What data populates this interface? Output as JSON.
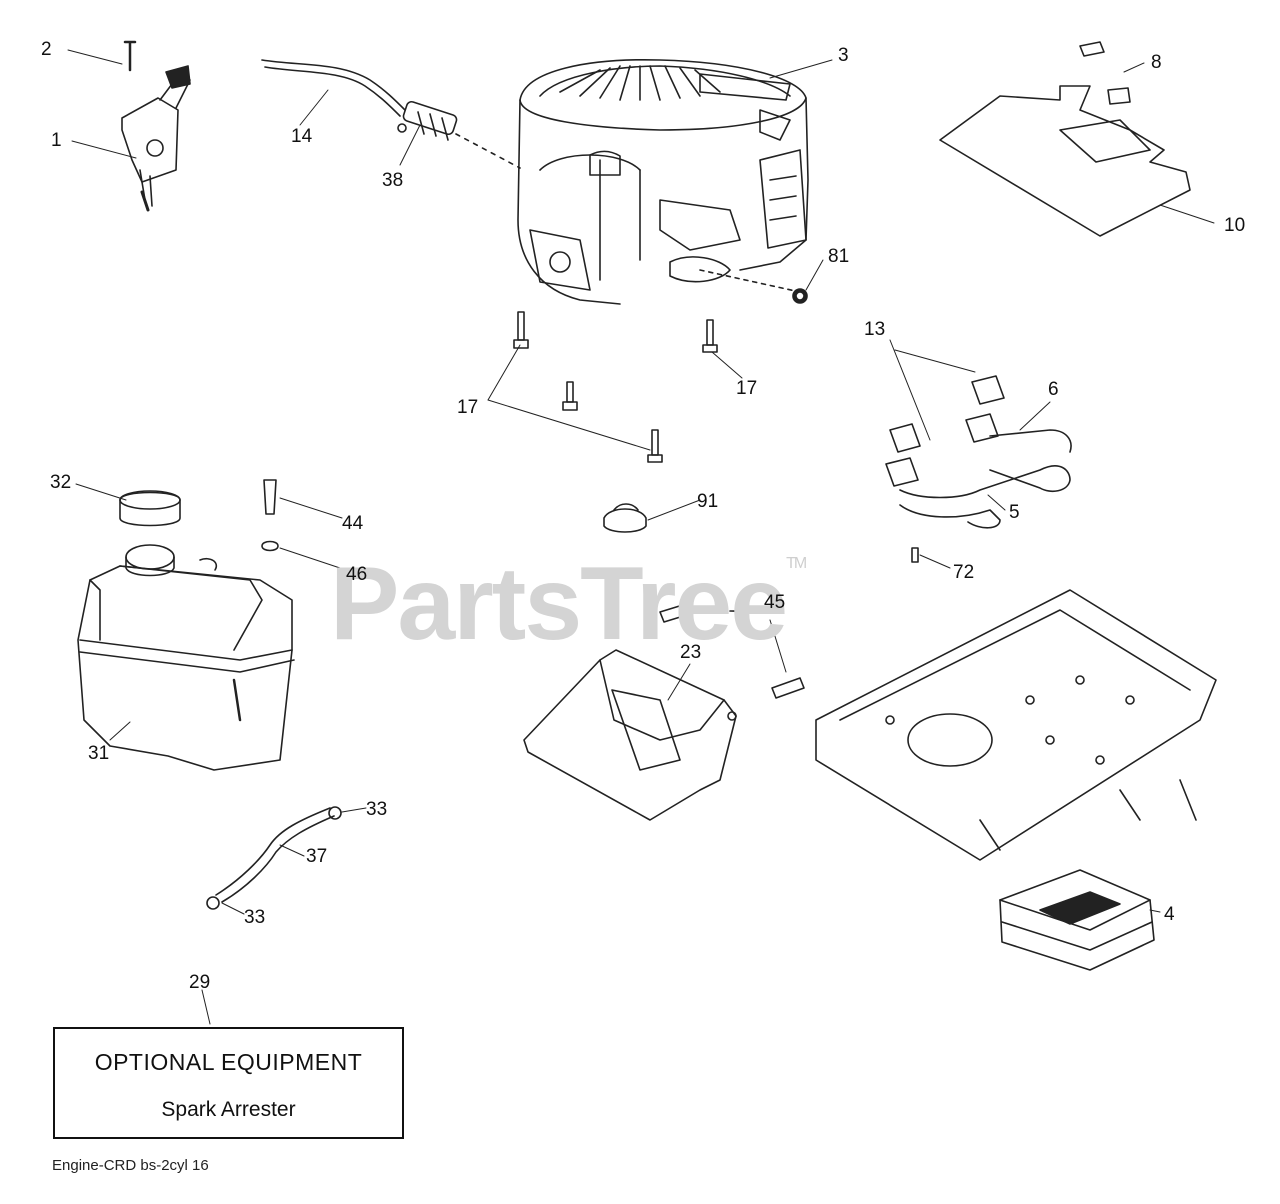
{
  "watermark": {
    "text": "PartsTree",
    "tm": "TM"
  },
  "callouts": {
    "c1": "1",
    "c2": "2",
    "c3": "3",
    "c4": "4",
    "c5": "5",
    "c6": "6",
    "c8": "8",
    "c10": "10",
    "c13": "13",
    "c14": "14",
    "c17a": "17",
    "c17b": "17",
    "c23": "23",
    "c29": "29",
    "c31": "31",
    "c32": "32",
    "c33a": "33",
    "c33b": "33",
    "c37": "37",
    "c38": "38",
    "c44": "44",
    "c45": "45",
    "c46": "46",
    "c72": "72",
    "c81": "81",
    "c91": "91"
  },
  "optional_box": {
    "title": "OPTIONAL EQUIPMENT",
    "subtitle": "Spark Arrester"
  },
  "footer": {
    "code": "Engine-CRD  bs-2cyl  16"
  }
}
